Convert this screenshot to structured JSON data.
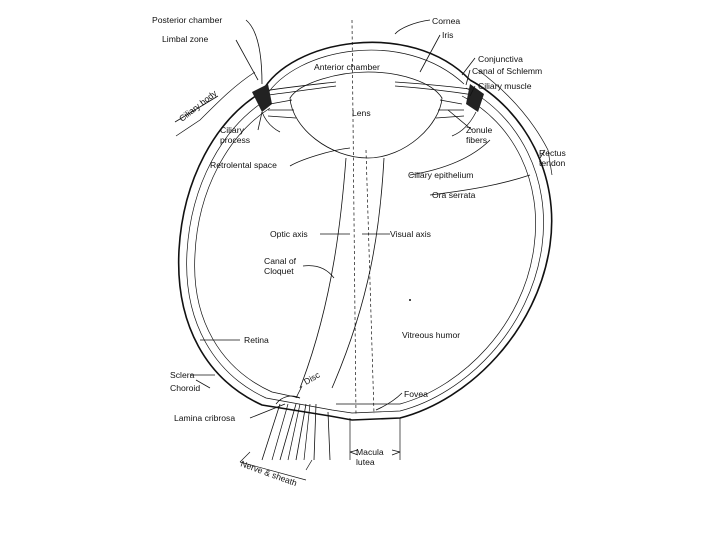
{
  "labels": {
    "posterior_chamber": "Posterior chamber",
    "limbal_zone": "Limbal zone",
    "ciliary_body": "Ciliary body",
    "ciliary_process": "Ciliary\nprocess",
    "retrolental_space": "Retrolental space",
    "anterior_chamber": "Anterior chamber",
    "lens": "Lens",
    "cornea": "Cornea",
    "iris": "Iris",
    "conjunctiva": "Conjunctiva",
    "canal_of_schlemm": "Canal of Schlemm",
    "ciliary_muscle": "Ciliary muscle",
    "zonule_fibers": "Zonule\nfibers",
    "rectus_tendon": "Rectus\ntendon",
    "ciliary_epithelium": "Ciliary epithelium",
    "ora_serrata": "Ora serrata",
    "optic_axis": "Optic axis",
    "visual_axis": "Visual axis",
    "canal_of_cloquet": "Canal of\nCloquet",
    "vitreous_humor": "Vitreous humor",
    "retina": "Retina",
    "sclera": "Sclera",
    "choroid": "Choroid",
    "disc": "Disc",
    "fovea": "Fovea",
    "lamina_cribrosa": "Lamina cribrosa",
    "macula_lutea": "Macula\nlutea",
    "nerve_sheath": "Nerve & sheath"
  }
}
